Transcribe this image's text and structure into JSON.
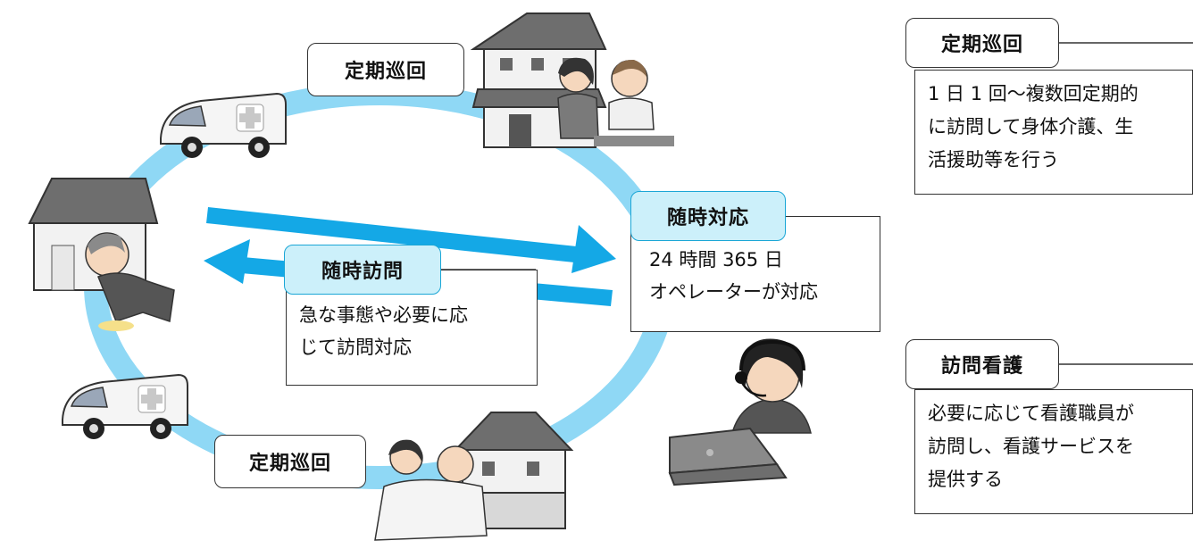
{
  "cycle_labels": {
    "teiki_top": "定期巡回",
    "teiki_bottom": "定期巡回"
  },
  "zuiji_taiou": {
    "title": "随時対応",
    "lines": [
      "24 時間 365 日",
      "オペレーターが対応"
    ]
  },
  "zuiji_houmon": {
    "title": "随時訪問",
    "lines": [
      "急な事態や必要に応",
      "じて訪問対応"
    ]
  },
  "legend": [
    {
      "title": "定期巡回",
      "lines": [
        "1 日 1 回～複数回定期的",
        "に訪問して身体介護、生",
        "活援助等を行う"
      ]
    },
    {
      "title": "訪問看護",
      "lines": [
        "必要に応じて看護職員が",
        "訪問し、看護サービスを",
        "提供する"
      ]
    }
  ],
  "colors": {
    "ring": "#8fd8f5",
    "arrow": "#14a8e6",
    "callout_fill": "#ccf0fa",
    "callout_border": "#1ba6d6"
  },
  "icons": [
    "van-icon",
    "house-icon",
    "person-icon",
    "headset-icon",
    "laptop-icon"
  ]
}
